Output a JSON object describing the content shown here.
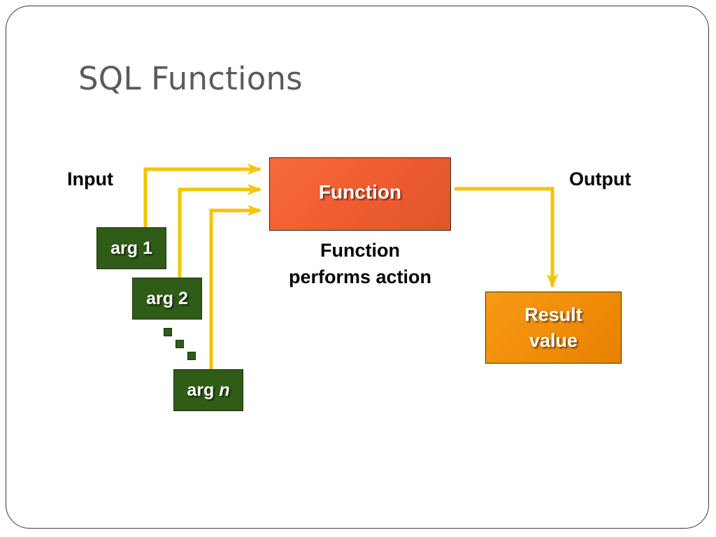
{
  "slide": {
    "title": "SQL Functions"
  },
  "diagram": {
    "input_label": "Input",
    "output_label": "Output",
    "function_box": "Function",
    "function_caption_line1": "Function",
    "function_caption_line2": "performs action",
    "args": [
      {
        "prefix": "arg",
        "name": "1"
      },
      {
        "prefix": "arg",
        "name": "2"
      },
      {
        "prefix": "arg",
        "name": "n"
      }
    ],
    "result_line1": "Result",
    "result_line2": "value"
  },
  "colors": {
    "arrow": "#f5c400",
    "function_fill": "#ee5c30",
    "arg_fill": "#2f5c16",
    "result_fill": "#f08c08",
    "title_text": "#5b5b5b"
  },
  "icons": {
    "ellipsis": "ellipsis-dots-icon"
  }
}
